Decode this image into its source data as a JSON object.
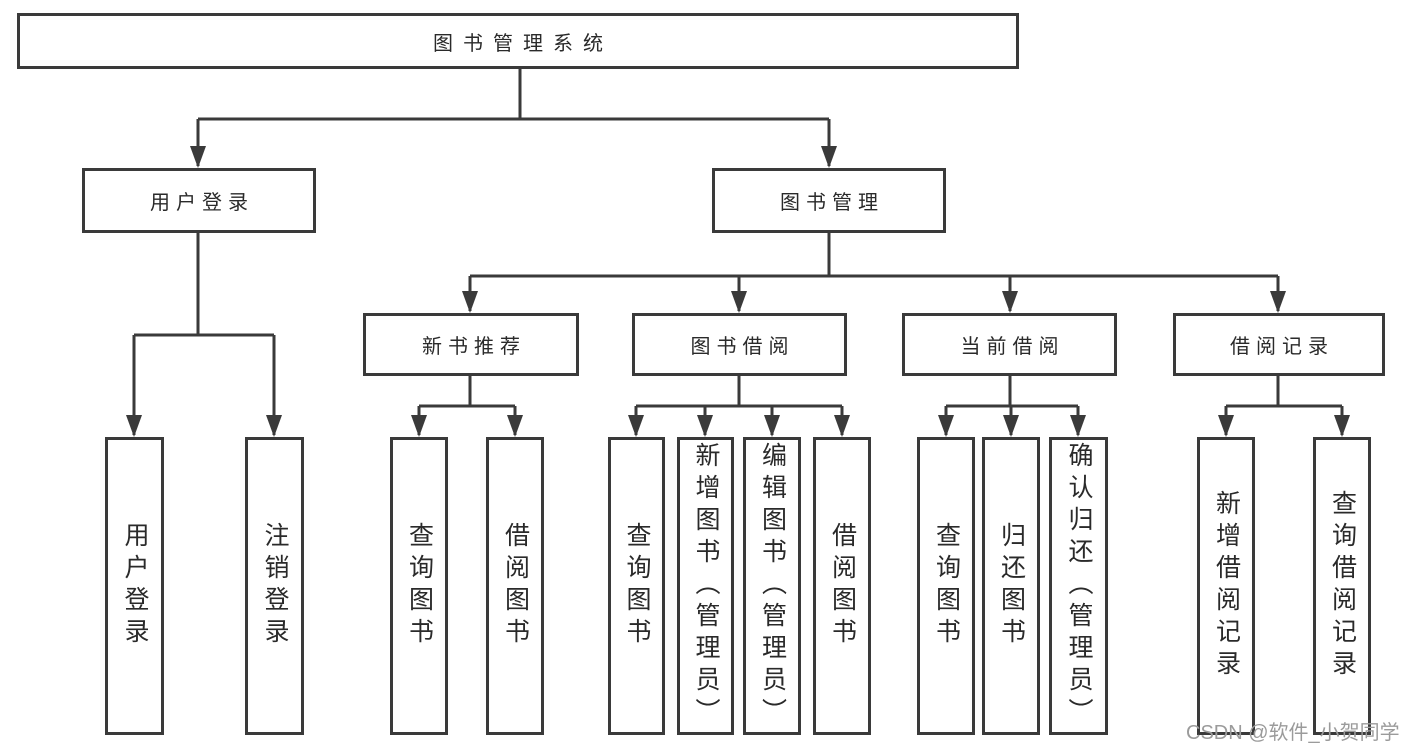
{
  "diagram": {
    "type": "tree",
    "title": "图书管理系统",
    "branches": [
      {
        "label": "用户登录",
        "children": [
          {
            "label": "用户登录"
          },
          {
            "label": "注销登录"
          }
        ]
      },
      {
        "label": "图书管理",
        "children": [
          {
            "label": "新书推荐",
            "children": [
              {
                "label": "查询图书"
              },
              {
                "label": "借阅图书"
              }
            ]
          },
          {
            "label": "图书借阅",
            "children": [
              {
                "label": "查询图书"
              },
              {
                "label": "新增图书（管理员）"
              },
              {
                "label": "编辑图书（管理员）"
              },
              {
                "label": "借阅图书"
              }
            ]
          },
          {
            "label": "当前借阅",
            "children": [
              {
                "label": "查询图书"
              },
              {
                "label": "归还图书"
              },
              {
                "label": "确认归还（管理员）"
              }
            ]
          },
          {
            "label": "借阅记录",
            "children": [
              {
                "label": "新增借阅记录"
              },
              {
                "label": "查询借阅记录"
              }
            ]
          }
        ]
      }
    ]
  },
  "watermark": {
    "text": "CSDN @软件_小贺同学"
  },
  "colors": {
    "line": "#3a3a3a",
    "text": "#2a2a2a",
    "watermark": "#9b9b9b",
    "background": "#ffffff"
  }
}
